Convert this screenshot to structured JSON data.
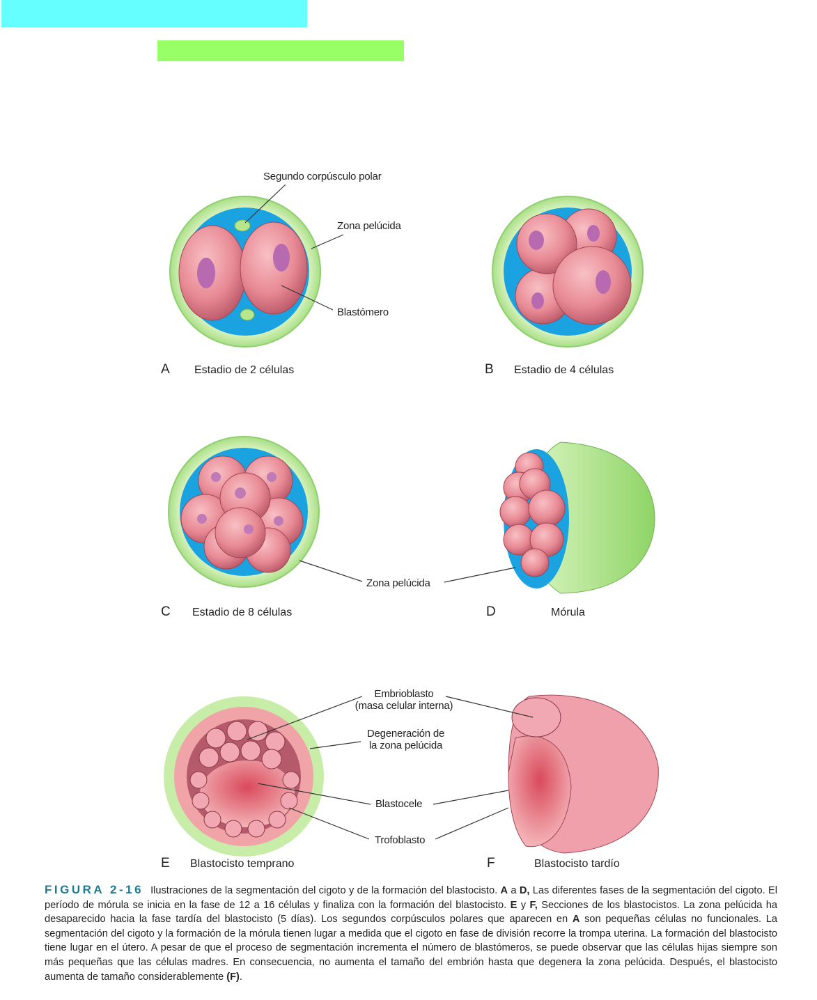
{
  "highlights": {
    "cyan": "#66ffff",
    "green": "#99ff66"
  },
  "colors": {
    "zona": "#c8eda8",
    "zona_edge": "#8fcf6f",
    "fluid": "#1aa3e0",
    "cell": "#e88a95",
    "nucleus": "#b86ab0",
    "caption_accent": "#1c7a93"
  },
  "panels": {
    "a": {
      "letter": "A",
      "title": "Estadio de 2 células",
      "labels": {
        "polar": "Segundo corpúsculo polar",
        "zona": "Zona pelúcida",
        "blastomero": "Blastómero"
      }
    },
    "b": {
      "letter": "B",
      "title": "Estadio de 4 células"
    },
    "c": {
      "letter": "C",
      "title": "Estadio de 8 células"
    },
    "d": {
      "letter": "D",
      "title": "Mórula"
    },
    "cd_label": "Zona pelúcida",
    "e": {
      "letter": "E",
      "title": "Blastocisto temprano"
    },
    "f": {
      "letter": "F",
      "title": "Blastocisto tardío"
    },
    "ef_labels": {
      "embrioblasto_1": "Embrioblasto",
      "embrioblasto_2": "(masa celular interna)",
      "degeneracion_1": "Degeneración de",
      "degeneracion_2": "la zona pelúcida",
      "blastocele": "Blastocele",
      "trofoblasto": "Trofoblasto"
    }
  },
  "caption": {
    "figure": "FIGURA 2-16",
    "t1": "Ilustraciones de la segmentación del cigoto y de la formación del blastocisto. ",
    "b1": "A",
    "t2": " a ",
    "b2": "D,",
    "t3": " Las diferentes fases de la segmentación del cigoto. El período de mórula se inicia en la fase de 12 a 16 células y finaliza con la formación del blastocisto. ",
    "b3": "E",
    "t4": " y ",
    "b4": "F,",
    "t5": " Secciones de los blastocistos. La zona pelúcida ha desaparecido hacia la fase tardía del blastocisto (5 días). Los segundos corpúsculos polares que aparecen en ",
    "b5": "A",
    "t6": " son pequeñas células no funcionales. La segmentación del cigoto y la formación de la mórula tienen lugar a medida que el cigoto en fase de división recorre la trompa uterina. La formación del blastocisto tiene lugar en el útero. A pesar de que el proceso de segmentación incrementa el número de blastómeros, se puede observar que las células hijas siempre son más pequeñas que las células madres. En consecuencia, no aumenta el tamaño del embrión hasta que degenera la zona pelúcida. Después, el blastocisto aumenta de tamaño considerablemente ",
    "b6": "(F)",
    "t7": "."
  }
}
